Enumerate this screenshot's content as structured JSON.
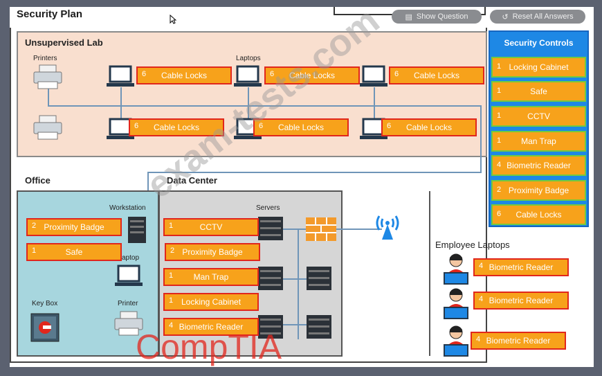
{
  "header": {
    "title": "Security Plan",
    "show_question": "Show Question",
    "reset_all": "Reset All Answers"
  },
  "rooms": {
    "lab": {
      "label": "Unsupervised Lab",
      "printers": "Printers",
      "laptops": "Laptops"
    },
    "office": {
      "label": "Office",
      "workstation": "Workstation",
      "laptop": "aptop",
      "keybox": "Key Box",
      "printer": "Printer"
    },
    "datacenter": {
      "label": "Data Center",
      "servers": "Servers"
    },
    "employee": {
      "label": "Employee Laptops"
    }
  },
  "lab_tags": [
    {
      "num": "6",
      "label": "Cable Locks"
    },
    {
      "num": "6",
      "label": "Cable Locks"
    },
    {
      "num": "6",
      "label": "Cable Locks"
    },
    {
      "num": "6",
      "label": "Cable Locks"
    },
    {
      "num": "6",
      "label": "Cable Locks"
    },
    {
      "num": "6",
      "label": "Cable Locks"
    }
  ],
  "office_tags": [
    {
      "num": "2",
      "label": "Proximity Badge"
    },
    {
      "num": "1",
      "label": "Safe"
    }
  ],
  "dc_tags": [
    {
      "num": "1",
      "label": "CCTV"
    },
    {
      "num": "2",
      "label": "Proximity Badge"
    },
    {
      "num": "1",
      "label": "Man Trap"
    },
    {
      "num": "1",
      "label": "Locking Cabinet"
    },
    {
      "num": "4",
      "label": "Biometric Reader"
    }
  ],
  "employee_tags": [
    {
      "num": "4",
      "label": "Biometric Reader"
    },
    {
      "num": "4",
      "label": "Biometric Reader"
    },
    {
      "num": "4",
      "label": "Biometric Reader"
    }
  ],
  "controls": {
    "title": "Security Controls",
    "items": [
      {
        "num": "1",
        "label": "Locking Cabinet"
      },
      {
        "num": "1",
        "label": "Safe"
      },
      {
        "num": "1",
        "label": "CCTV"
      },
      {
        "num": "1",
        "label": "Man Trap"
      },
      {
        "num": "4",
        "label": "Biometric Reader"
      },
      {
        "num": "2",
        "label": "Proximity Badge"
      },
      {
        "num": "6",
        "label": "Cable Locks"
      }
    ]
  },
  "watermark": {
    "site": "exam-tests.com",
    "brand": "CompTIA"
  },
  "colors": {
    "tag_fill": "#f7a21b",
    "tag_border": "#e1261c",
    "control_border": "#73c93f",
    "controls_bg": "#1e88e5"
  },
  "icons": [
    "printer-icon",
    "laptop-icon",
    "server-icon",
    "firewall-icon",
    "wireless-icon",
    "keybox-icon",
    "employee-icon"
  ]
}
